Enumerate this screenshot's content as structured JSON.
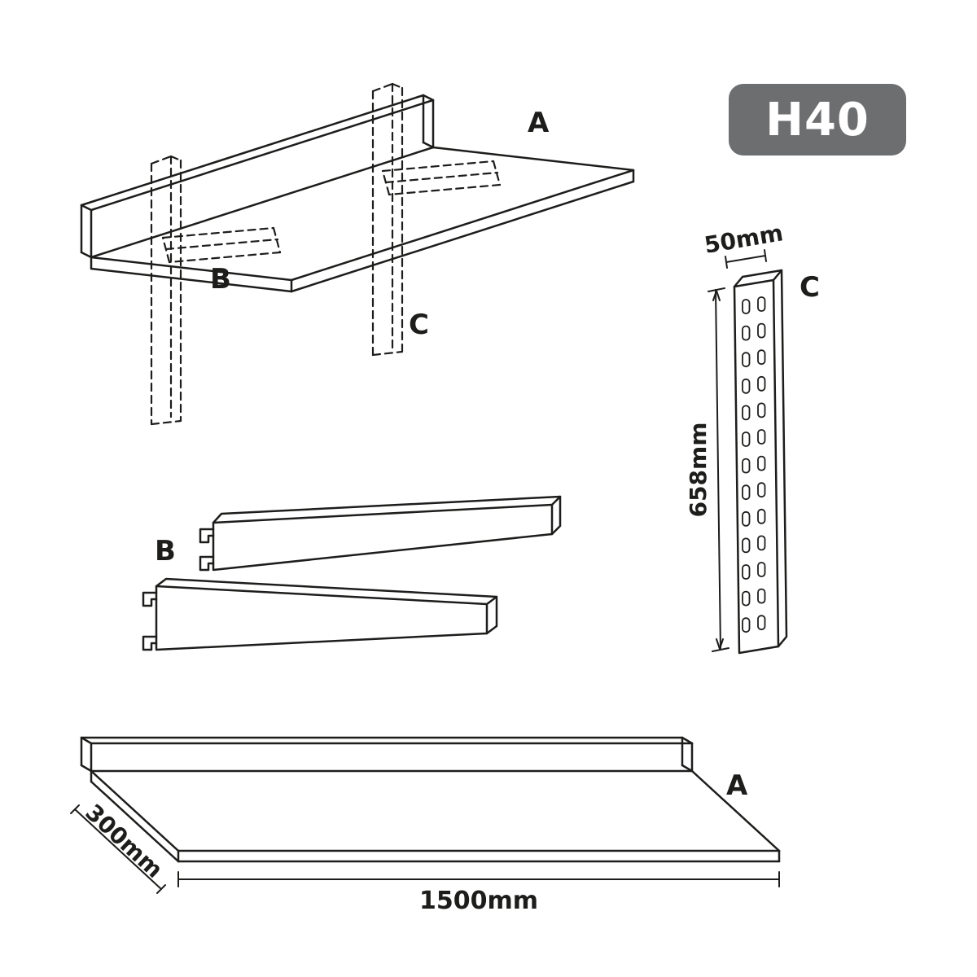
{
  "badge": {
    "model": "H40"
  },
  "views": {
    "assembled": {
      "shelf_label": "A",
      "brackets_label": "B",
      "rails_label": "C"
    },
    "brackets_detail": {
      "label": "B"
    },
    "rail_detail": {
      "label": "C",
      "width": "50mm",
      "height": "658mm"
    },
    "shelf_detail": {
      "label": "A",
      "depth": "300mm",
      "length": "1500mm"
    }
  },
  "colors": {
    "line": "#1d1d1b",
    "badge_bg": "#6c6e70",
    "badge_text": "#ffffff",
    "background": "#ffffff"
  }
}
